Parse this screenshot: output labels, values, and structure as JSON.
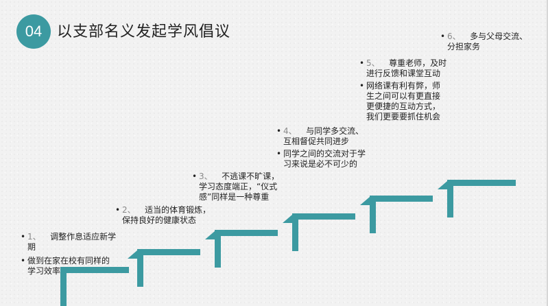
{
  "slide": {
    "number": "04",
    "title": "以支部名义发起学风倡议",
    "accent_color": "#3c9aa1",
    "icon": "teal-staircase"
  },
  "items": [
    {
      "id": "s1a",
      "num": "1、",
      "lines": [
        "调整作息适应新学",
        "期"
      ]
    },
    {
      "id": "s1b",
      "num": "",
      "lines": [
        "做到在家在校有同样的",
        "学习效率"
      ]
    },
    {
      "id": "s2a",
      "num": "2、",
      "lines": [
        "适当的体育锻炼，",
        "保持良好的健康状态"
      ]
    },
    {
      "id": "s3a",
      "num": "3、",
      "lines": [
        "不逃课不旷课，",
        "学习态度端正，“仪式",
        "感”同样是一种尊重"
      ]
    },
    {
      "id": "s4a",
      "num": "4、",
      "lines": [
        "与同学多交流、",
        "互相督促共同进步"
      ]
    },
    {
      "id": "s4b",
      "num": "",
      "lines": [
        "同学之间的交流对于学",
        "习来说是必不可少的"
      ]
    },
    {
      "id": "s5a",
      "num": "5、",
      "lines": [
        "尊重老师，及时",
        "进行反馈和课堂互动"
      ]
    },
    {
      "id": "s5b",
      "num": "",
      "lines": [
        "网络课有利有弊，师",
        "生之间可以有更直接",
        "更便捷的互动方式，",
        "我们更要要抓住机会"
      ]
    },
    {
      "id": "s6a",
      "num": "6、",
      "lines": [
        "多与父母交流、",
        "分担家务"
      ]
    }
  ]
}
